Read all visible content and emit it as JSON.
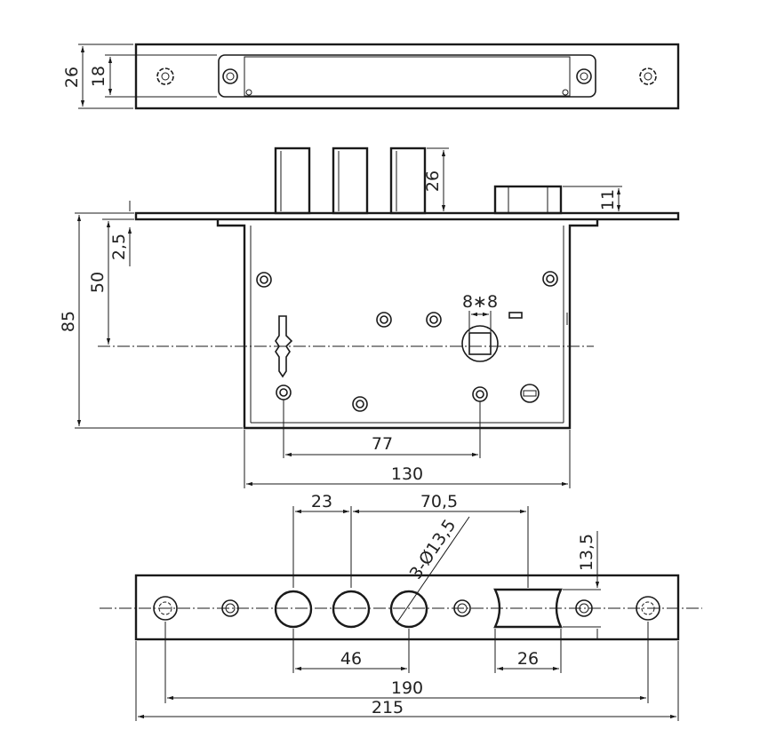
{
  "dimensions": {
    "faceplate_top_26": "26",
    "faceplate_top_18": "18",
    "bolt_26": "26",
    "latch_11": "11",
    "offset_2_5": "2,5",
    "backset_50": "50",
    "height_85": "85",
    "square_8x8": "8∗8",
    "spacing_77": "77",
    "width_130": "130",
    "spacing_23": "23",
    "spacing_70_5": "70,5",
    "holes_3_d13_5": "3-Ø13,5",
    "height_13_5": "13,5",
    "spacing_46": "46",
    "width_26": "26",
    "spacing_190": "190",
    "length_215": "215"
  }
}
